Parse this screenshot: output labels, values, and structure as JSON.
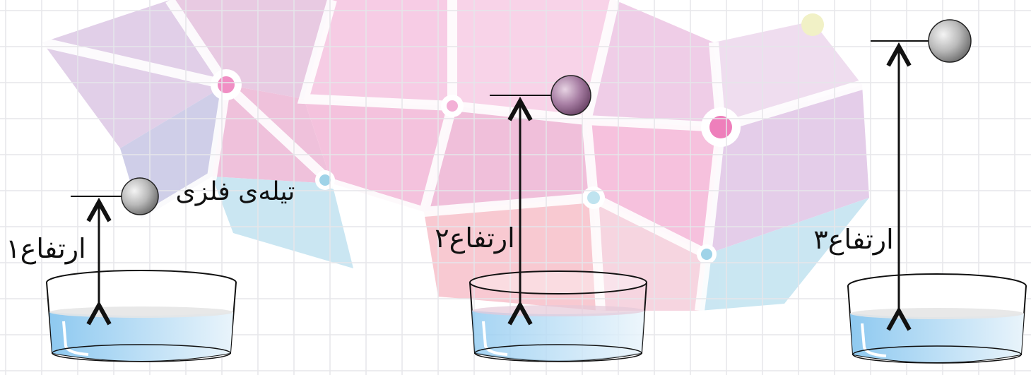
{
  "labels": {
    "ball": "تیله‌ی فلزی",
    "height_1": "ارتفاع۱",
    "height_2": "ارتفاع۲",
    "height_3": "ارتفاع۳"
  },
  "colors": {
    "ball_silver": "#a9a9a9",
    "ball_purple": "#9b6f97",
    "water": "#cfe6f6",
    "arrow": "#111111",
    "grid": "#e6e6ea"
  },
  "icons": [
    "steel-ball-icon",
    "water-dish-icon",
    "height-arrow-icon"
  ]
}
